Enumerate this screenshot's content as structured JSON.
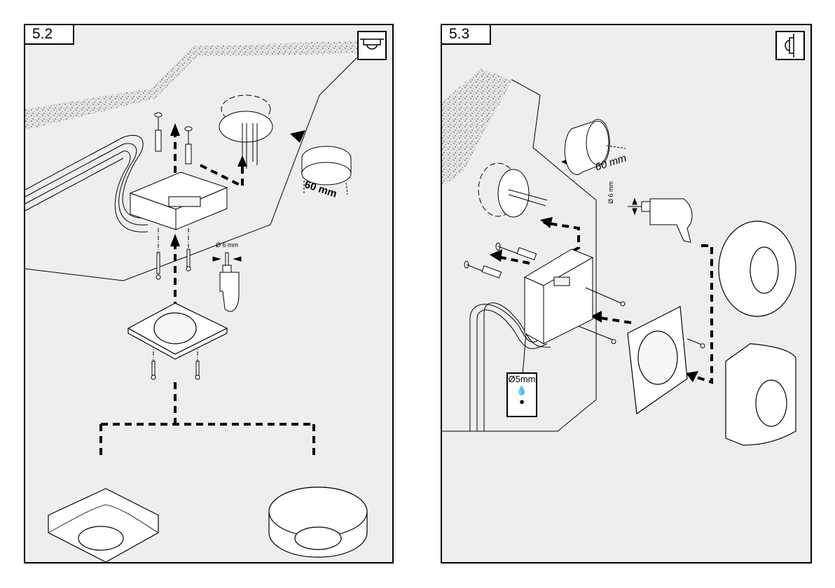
{
  "page": {
    "background": "#ffffff",
    "panel_background": "#eeeeee",
    "line_color": "#000000"
  },
  "panels": [
    {
      "step": "5.2",
      "mount_type_icon": "ceiling-mount-icon",
      "dimension_label": "60 mm",
      "drill_label": "Ø 6 mm",
      "parts": [
        "ceiling-surface",
        "cable-bundle",
        "wall-plugs",
        "screws",
        "flush-mount-box",
        "surface-mount-box",
        "drill",
        "sensor-base-plate",
        "square-cover",
        "round-cover"
      ]
    },
    {
      "step": "5.3",
      "mount_type_icon": "wall-mount-icon",
      "dimension_label": "60 mm",
      "drill_label": "Ø 6 mm",
      "drain_hole_label": "Ø5mm",
      "parts": [
        "wall-surface",
        "cable-bundle",
        "wall-plugs",
        "screws",
        "flush-mount-box",
        "surface-mount-box",
        "drill",
        "sensor-base-plate",
        "round-cover",
        "square-cover"
      ]
    }
  ]
}
